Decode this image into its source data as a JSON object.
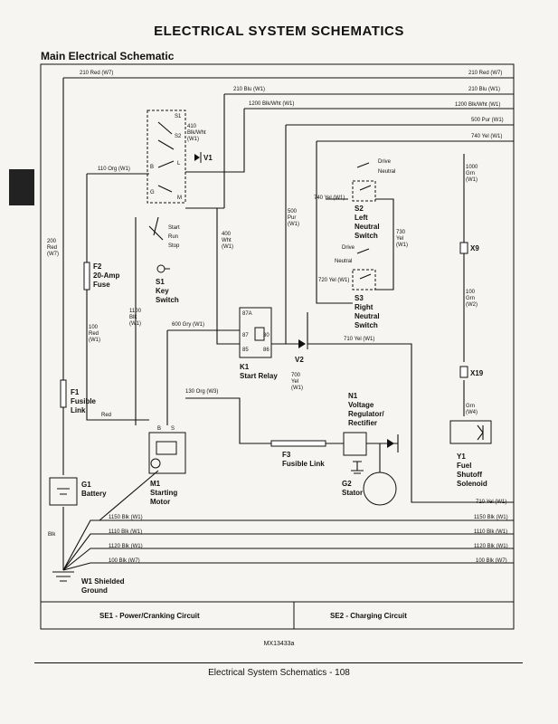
{
  "header": {
    "title": "ELECTRICAL   SYSTEM SCHEMATICS",
    "subtitle": "Main Electrical Schematic"
  },
  "wires": {
    "w210_red": "210 Red (W7)",
    "w210_blu": "210 Blu (W1)",
    "w1200": "1200 Blk/Wht (W1)",
    "w500_right": "500 Pur (W1)",
    "w740_right": "740 Yel (W1)",
    "w110": "110 Org (W1)",
    "w410": [
      "410",
      "Blk/Wht",
      "(W1)"
    ],
    "w200": [
      "200",
      "Red",
      "(W7)"
    ],
    "w1000": [
      "1000",
      "Grn",
      "(W1)"
    ],
    "w740_left": "740 Yel (W1)",
    "w500_mid": [
      "500",
      "Pur",
      "(W1)"
    ],
    "w400": [
      "400",
      "Wht",
      "(W1)"
    ],
    "w730": [
      "730",
      "Yel",
      "(W1)"
    ],
    "w720": "720 Yel (W1)",
    "w100_right": [
      "100",
      "Grn",
      "(W2)"
    ],
    "w1100": [
      "1100",
      "Blk",
      "(W1)"
    ],
    "w100_left": [
      "100",
      "Red",
      "(W1)"
    ],
    "w600": "600 Gry (W1)",
    "w710_mid": "710 Yel (W1)",
    "w700": [
      "700",
      "Yel",
      "(W1)"
    ],
    "w130": "130 Org (W3)",
    "red": "Red",
    "grn_w4": [
      "Grn",
      "(W4)"
    ],
    "w710_right": "710 Yel (W1)",
    "blk": "Blk",
    "ground_wires": [
      {
        "left": "1150 Blk (W1)",
        "right": "1150 Blk (W1)"
      },
      {
        "left": "1110 Blk (W1)",
        "right": "1110 Blk (W1)"
      },
      {
        "left": "1120 Blk (W1)",
        "right": "1120 Blk (W1)"
      },
      {
        "left": "100 Blk (W7)",
        "right": "100 Blk (W7)"
      }
    ]
  },
  "components": {
    "s1": [
      "S1",
      "Key",
      "Switch"
    ],
    "key_positions": [
      "Start",
      "Run",
      "Stop"
    ],
    "key_terms": [
      "S1",
      "S2",
      "L",
      "B",
      "G",
      "M"
    ],
    "v1": "V1",
    "s2": [
      "S2",
      "Left",
      "Neutral",
      "Switch"
    ],
    "s2_positions": [
      "Drive",
      "Neutral"
    ],
    "s3": [
      "S3",
      "Right",
      "Neutral",
      "Switch"
    ],
    "s3_positions": [
      "Drive",
      "Neutral"
    ],
    "x9": "X9",
    "x19": "X19",
    "f2": [
      "F2",
      "20-Amp",
      "Fuse"
    ],
    "k1": [
      "K1",
      "Start Relay"
    ],
    "k1_pins": [
      "87A",
      "87",
      "30",
      "85",
      "86"
    ],
    "v2": "V2",
    "f1": [
      "F1",
      "Fusible",
      "Link"
    ],
    "n1": [
      "N1",
      "Voltage",
      "Regulator/",
      "Rectifier"
    ],
    "m1": [
      "M1",
      "Starting",
      "Motor"
    ],
    "m1_terms": [
      "B",
      "S"
    ],
    "f3": "F3",
    "f3_label": "Fusible Link",
    "g1": [
      "G1",
      "Battery"
    ],
    "g2": [
      "G2",
      "Stator"
    ],
    "y1": [
      "Y1",
      "Fuel",
      "Shutoff",
      "Solenoid"
    ],
    "w1": [
      "W1 Shielded",
      "Ground"
    ]
  },
  "legend": {
    "se1": "SE1 - Power/Cranking Circuit",
    "se2": "SE2 - Charging Circuit"
  },
  "code": "MX13433a",
  "footer": "Electrical  System Schematics - 108"
}
